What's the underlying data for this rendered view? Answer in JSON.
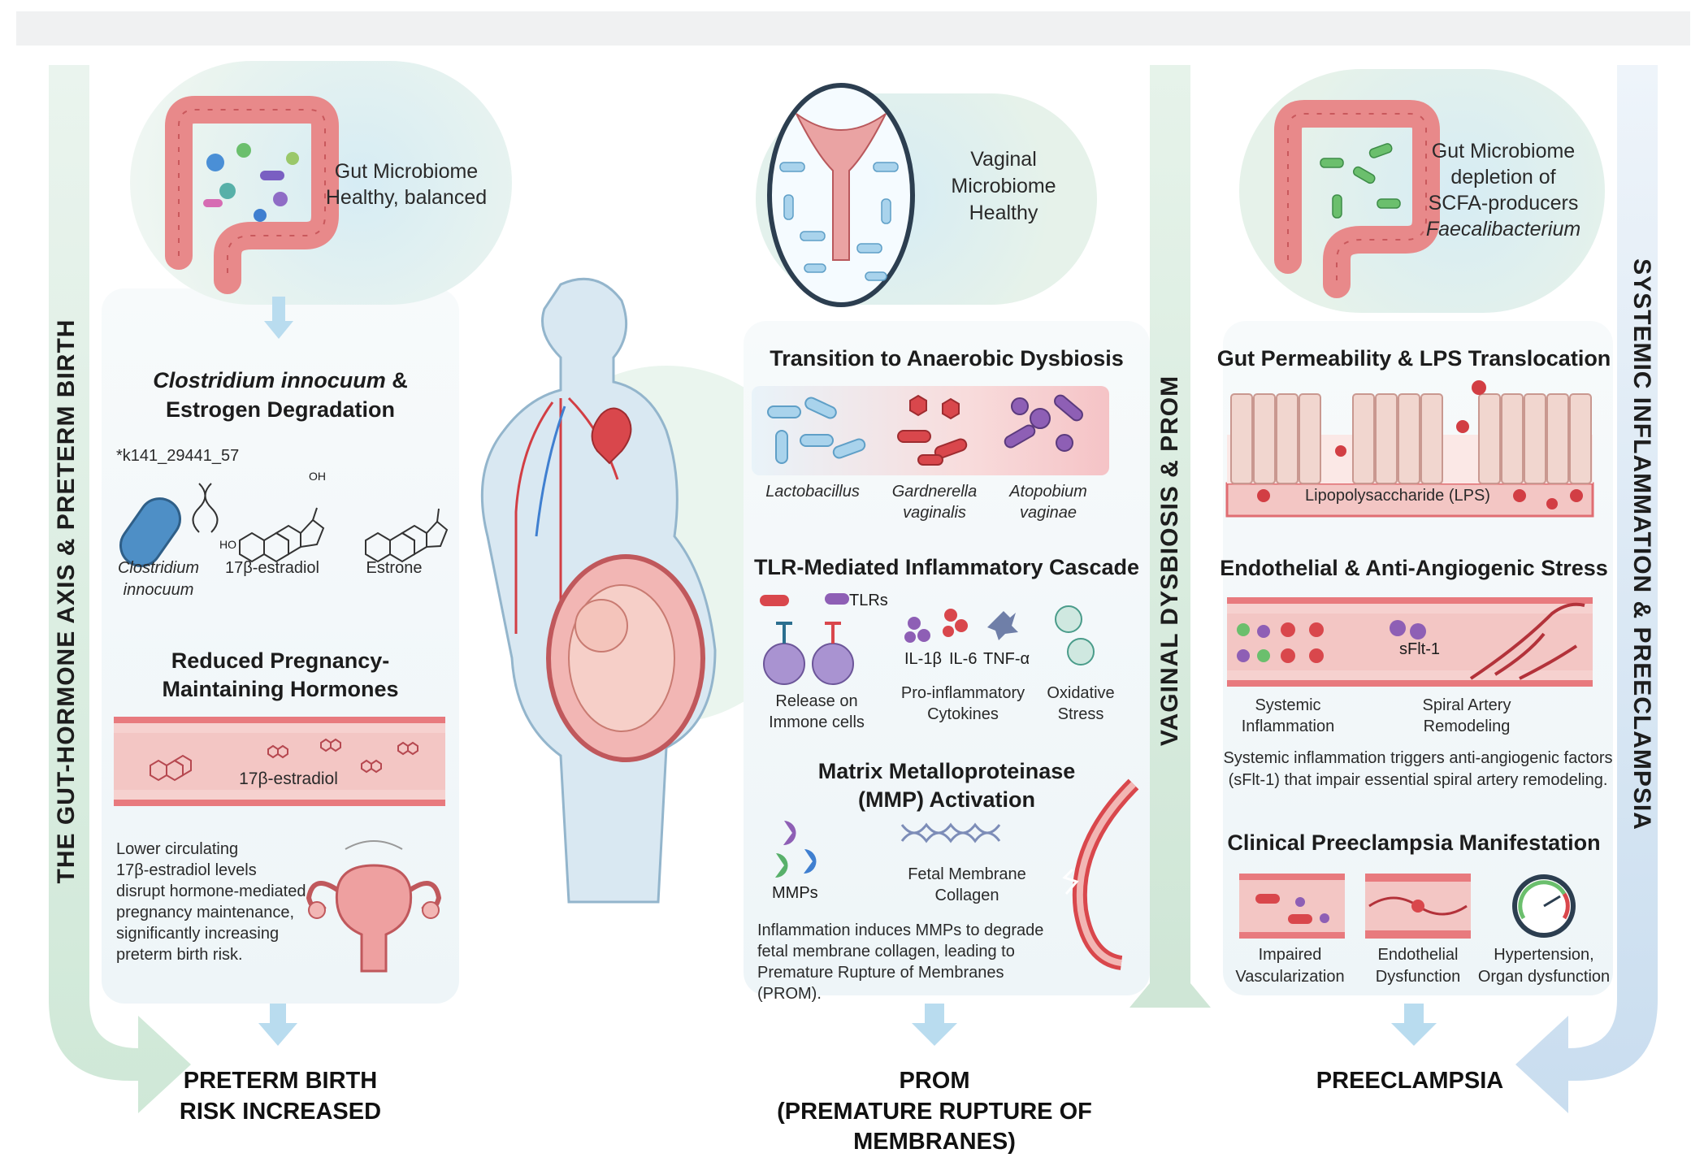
{
  "axes": {
    "left": "THE GUT-HORMONE AXIS & PRETERM BIRTH",
    "center": "VAGINAL DYSBIOSIS & PROM",
    "right": "SYSTEMIC INFLAMMATION & PREECLAMPSIA"
  },
  "left": {
    "gut_title_1": "Gut Microbiome",
    "gut_title_2": "Healthy, balanced",
    "degradation_title_1": "Clostridium innocuum",
    "degradation_title_amp": " &",
    "degradation_title_2": "Estrogen Degradation",
    "strain_id": "*k141_29441_57",
    "bacterium_label_1": "Clostridium",
    "bacterium_label_2": "innocuum",
    "estradiol_label": "17β-estradiol",
    "estrone_label": "Estrone",
    "oh_label": "OH",
    "ho_label": "HO",
    "hormones_title_1": "Reduced Pregnancy-",
    "hormones_title_2": "Maintaining Hormones",
    "vessel_label": "17β-estradiol",
    "desc": [
      "Lower circulating",
      "17β-estradiol levels",
      "disrupt hormone-mediated",
      "pregnancy maintenance,",
      "significantly increasing",
      "preterm birth risk."
    ],
    "outcome_1": "PRETERM BIRTH",
    "outcome_2": "RISK INCREASED"
  },
  "center": {
    "vaginal_title": [
      "Vaginal",
      "Microbiome",
      "Healthy"
    ],
    "transition_title": "Transition to Anaerobic Dysbiosis",
    "bacteria": [
      {
        "name": [
          "Lactobacillus"
        ],
        "color": "#a9d3ec"
      },
      {
        "name": [
          "Gardnerella",
          "vaginalis"
        ],
        "color": "#d9474c"
      },
      {
        "name": [
          "Atopobium",
          "vaginae"
        ],
        "color": "#8e5fb5"
      }
    ],
    "tlr_title": "TLR-Mediated Inflammatory Cascade",
    "tlrs_label": "TLRs",
    "release_label": [
      "Release on",
      "Immone cells"
    ],
    "cytokines": [
      "IL-1β",
      "IL-6",
      "TNF-α"
    ],
    "cytokines_label": [
      "Pro-inflammatory",
      "Cytokines"
    ],
    "oxidative_label": [
      "Oxidative",
      "Stress"
    ],
    "mmp_title_1": "Matrix Metalloproteinase",
    "mmp_title_2": "(MMP) Activation",
    "mmps_label": "MMPs",
    "collagen_label": [
      "Fetal Membrane",
      "Collagen"
    ],
    "desc": [
      "Inflammation induces MMPs to degrade",
      "fetal membrane collagen, leading to",
      "Premature Rupture of Membranes (PROM)."
    ],
    "outcome_1": "PROM",
    "outcome_2": "(PREMATURE RUPTURE OF MEMBRANES)"
  },
  "right": {
    "gut_title": [
      "Gut Microbiome",
      "depletion of",
      "SCFA-producers"
    ],
    "gut_title_italic": "Faecalibacterium",
    "permeability_title": "Gut Permeability & LPS Translocation",
    "lps_label": "Lipopolysaccharide (LPS)",
    "endothelial_title": "Endothelial & Anti-Angiogenic Stress",
    "sflt_label": "sFlt-1",
    "systemic_label": [
      "Systemic",
      "Inflammation"
    ],
    "spiral_label": [
      "Spiral Artery",
      "Remodeling"
    ],
    "desc": [
      "Systemic inflammation triggers anti-angiogenic factors",
      "(sFlt-1) that impair essential spiral artery remodeling."
    ],
    "clinical_title": "Clinical Preeclampsia Manifestation",
    "impaired_label": [
      "Impaired",
      "Vascularization"
    ],
    "dysfunction_label": [
      "Endothelial",
      "Dysfunction"
    ],
    "hypertension_label": [
      "Hypertension,",
      "Organ dysfunction"
    ],
    "outcome": "PREECLAMPSIA"
  },
  "colors": {
    "vessel": "#f3c6c4",
    "vessel_wall": "#e06d72",
    "gut": "#e8898a",
    "arrow": "#b9dcef",
    "left_arrow": "#cfe8d9",
    "right_arrow": "#c5dcef"
  }
}
